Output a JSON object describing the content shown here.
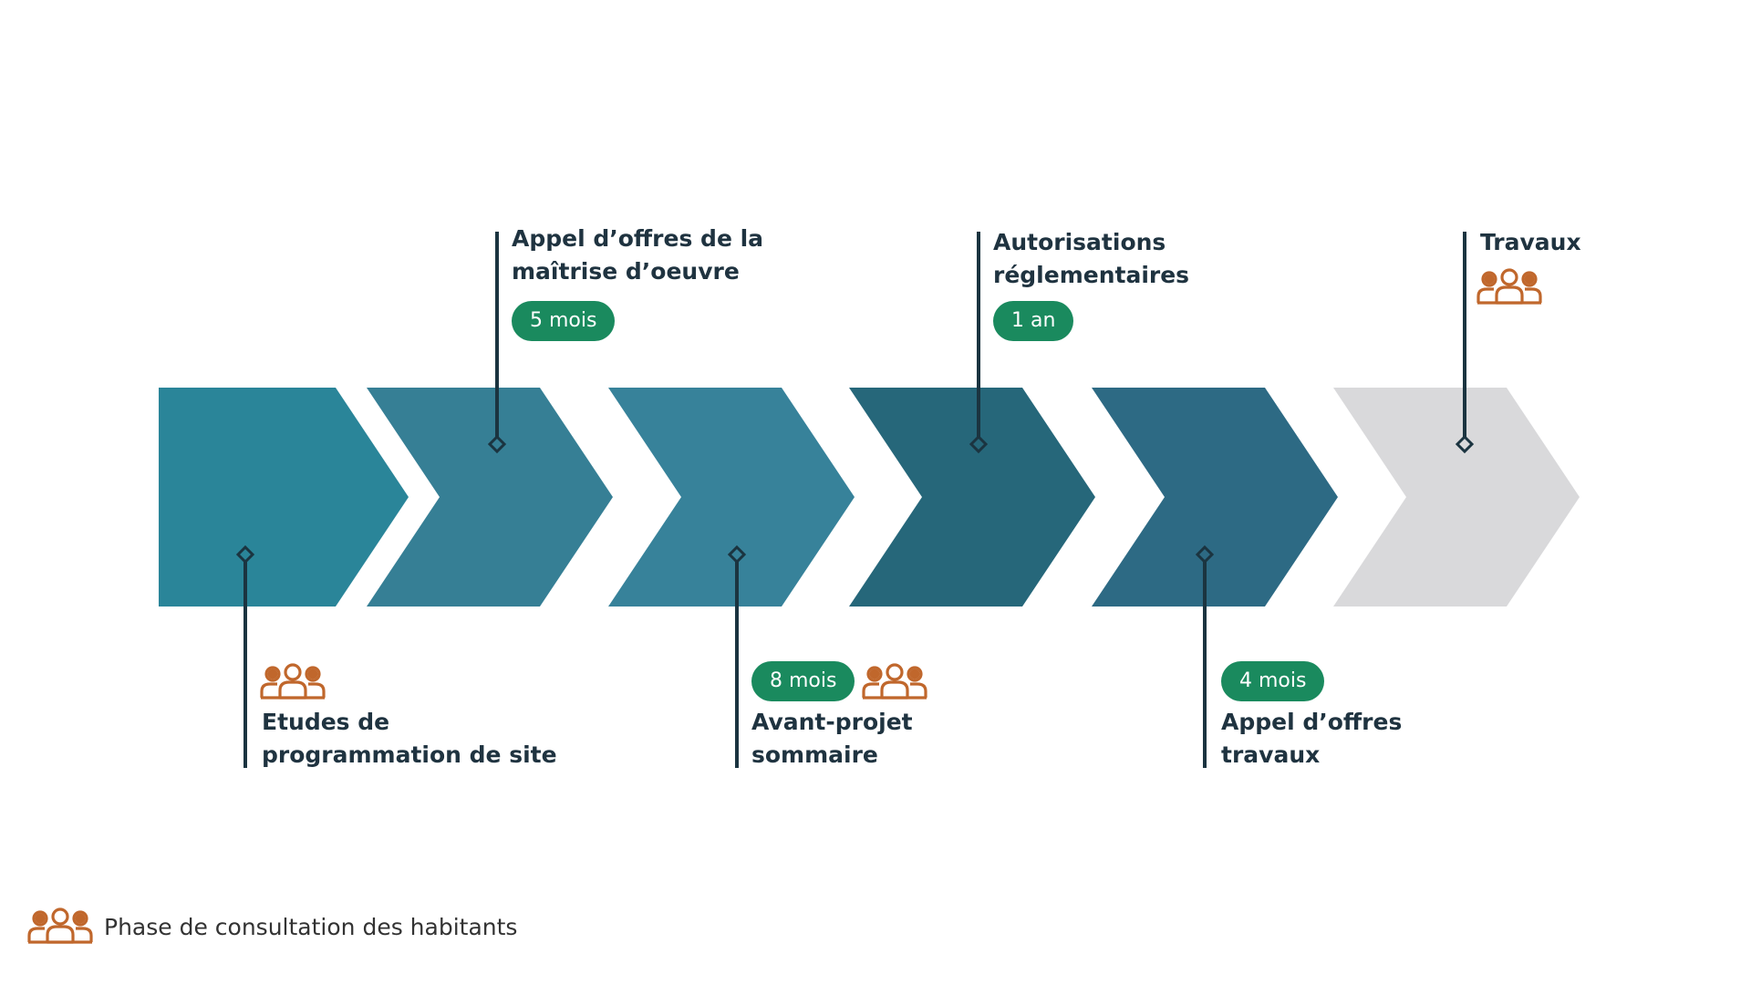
{
  "colors": {
    "line": "#1b3440",
    "pill": "#1a8a5e",
    "people_icon": "#c0672c",
    "chevrons": [
      "#2a8599",
      "#367f95",
      "#37829a",
      "#26677a",
      "#2d6a84",
      "#d9d9db"
    ]
  },
  "phases": [
    {
      "label_lines": [
        "Etudes de",
        "programmation de site"
      ],
      "duration": "",
      "consultation": true
    },
    {
      "label_lines": [
        "Appel d’offres de la",
        "maîtrise d’oeuvre"
      ],
      "duration": "5 mois",
      "consultation": false
    },
    {
      "label_lines": [
        "Avant-projet",
        "sommaire"
      ],
      "duration": "8 mois",
      "consultation": true
    },
    {
      "label_lines": [
        "Autorisations",
        "réglementaires"
      ],
      "duration": "1 an",
      "consultation": false
    },
    {
      "label_lines": [
        "Appel d’offres",
        "travaux"
      ],
      "duration": "4 mois",
      "consultation": false
    },
    {
      "label_lines": [
        "Travaux"
      ],
      "duration": "",
      "consultation": true
    }
  ],
  "legend": {
    "icon": "people-group-icon",
    "text": "Phase de consultation des habitants"
  }
}
